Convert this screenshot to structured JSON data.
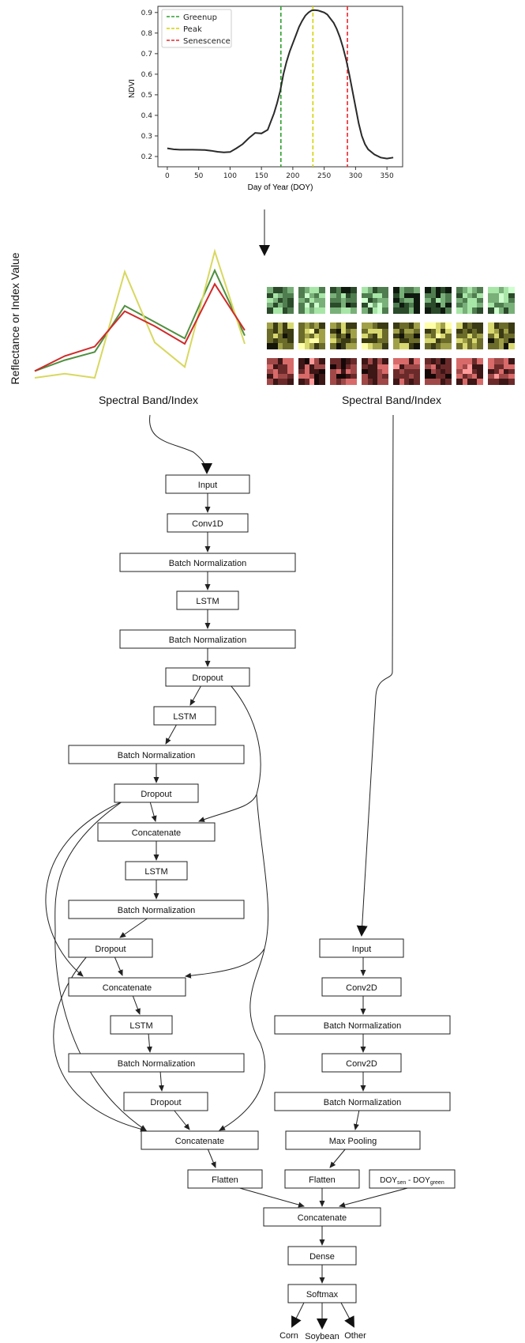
{
  "chart_data": {
    "type": "line",
    "xlabel": "Day of Year (DOY)",
    "ylabel": "NDVI",
    "xlim": [
      -15,
      375
    ],
    "ylim": [
      0.15,
      0.93
    ],
    "xticks": [
      0,
      50,
      100,
      150,
      200,
      250,
      300,
      350
    ],
    "yticks": [
      0.2,
      0.3,
      0.4,
      0.5,
      0.6,
      0.7,
      0.8,
      0.9
    ],
    "x": [
      0,
      10,
      20,
      40,
      60,
      70,
      80,
      90,
      100,
      110,
      120,
      130,
      140,
      150,
      160,
      165,
      170,
      175,
      180,
      185,
      190,
      195,
      200,
      205,
      210,
      215,
      220,
      225,
      230,
      235,
      240,
      245,
      250,
      255,
      260,
      265,
      270,
      275,
      280,
      285,
      290,
      295,
      300,
      305,
      310,
      315,
      320,
      330,
      340,
      350,
      360
    ],
    "y": [
      0.24,
      0.235,
      0.233,
      0.233,
      0.232,
      0.228,
      0.223,
      0.22,
      0.222,
      0.24,
      0.26,
      0.29,
      0.315,
      0.312,
      0.33,
      0.37,
      0.41,
      0.46,
      0.52,
      0.6,
      0.66,
      0.71,
      0.75,
      0.79,
      0.83,
      0.86,
      0.885,
      0.9,
      0.91,
      0.912,
      0.91,
      0.905,
      0.9,
      0.89,
      0.87,
      0.85,
      0.82,
      0.78,
      0.73,
      0.67,
      0.6,
      0.52,
      0.44,
      0.36,
      0.3,
      0.26,
      0.235,
      0.21,
      0.195,
      0.19,
      0.195
    ],
    "vlines": [
      {
        "name": "Greenup",
        "x": 181,
        "color": "#2ca02c"
      },
      {
        "name": "Peak",
        "x": 232,
        "color": "#d4d400"
      },
      {
        "name": "Senescence",
        "x": 287,
        "color": "#e8262a"
      }
    ],
    "legend_position": "top-left",
    "grid": false
  },
  "spectral": {
    "ylabel": "Reflectance or Index Value",
    "xlabel": "Spectral Band/Index",
    "series": [
      {
        "color": "#4f8f3f",
        "values": [
          0.12,
          0.2,
          0.26,
          0.6,
          0.48,
          0.36,
          0.86,
          0.38
        ]
      },
      {
        "color": "#d8d860",
        "values": [
          0.07,
          0.1,
          0.07,
          0.85,
          0.33,
          0.15,
          1.0,
          0.32
        ]
      },
      {
        "color": "#d02a2a",
        "values": [
          0.12,
          0.23,
          0.3,
          0.56,
          0.45,
          0.32,
          0.76,
          0.42
        ]
      }
    ]
  },
  "image_grid": {
    "xlabel": "Spectral Band/Index",
    "rows": [
      {
        "palette": [
          "#0f1a0f",
          "#2a4a2a",
          "#4f7d4f",
          "#79b079",
          "#a8e6a8",
          "#cfffcf"
        ]
      },
      {
        "palette": [
          "#141407",
          "#3a3a14",
          "#6b6b2a",
          "#a0a048",
          "#d8d870",
          "#ffffa8"
        ]
      },
      {
        "palette": [
          "#170808",
          "#3d1616",
          "#6b2a2a",
          "#a04848",
          "#d86a6a",
          "#ff9a9a"
        ]
      }
    ]
  },
  "nodes": {
    "input1": "Input",
    "conv1d": "Conv1D",
    "bn1": "Batch Normalization",
    "lstm1": "LSTM",
    "bn2": "Batch Normalization",
    "drop1": "Dropout",
    "lstm2": "LSTM",
    "bn3": "Batch Normalization",
    "drop2": "Dropout",
    "concat1": "Concatenate",
    "lstm3": "LSTM",
    "bn4": "Batch Normalization",
    "drop3": "Dropout",
    "concat2": "Concatenate",
    "lstm4": "LSTM",
    "bn5": "Batch Normalization",
    "drop4": "Dropout",
    "concat3": "Concatenate",
    "flatten1": "Flatten",
    "input2": "Input",
    "conv2d1": "Conv2D",
    "bn6": "Batch Normalization",
    "conv2d2": "Conv2D",
    "bn7": "Batch Normalization",
    "maxpool": "Max Pooling",
    "flatten2": "Flatten",
    "doy_main": "DOY",
    "doy_sub1": "sen",
    "doy_minus": " - DOY",
    "doy_sub2": "green",
    "concat_final": "Concatenate",
    "dense": "Dense",
    "softmax": "Softmax"
  },
  "outputs": [
    "Corn",
    "Soybean",
    "Other"
  ]
}
